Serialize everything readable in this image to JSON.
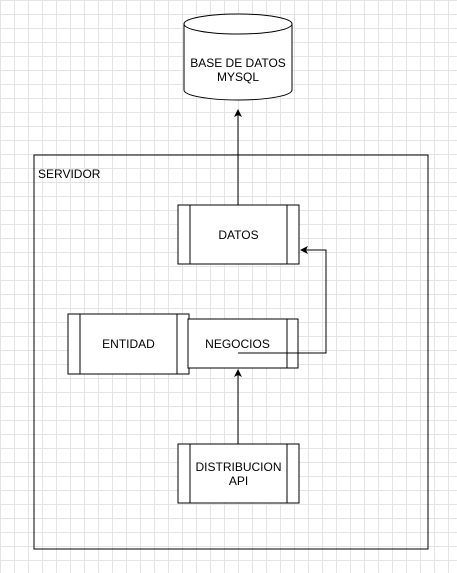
{
  "diagram": {
    "database": {
      "label": "BASE DE DATOS\nMYSQL"
    },
    "server": {
      "label": "SERVIDOR"
    },
    "datos": {
      "label": "DATOS"
    },
    "entidad": {
      "label": "ENTIDAD"
    },
    "negocios": {
      "label": "NEGOCIOS"
    },
    "api": {
      "label": "DISTRIBUCION\nAPI"
    }
  },
  "colors": {
    "stroke": "#000000",
    "grid": "#e4e4e4",
    "fill": "#ffffff"
  }
}
